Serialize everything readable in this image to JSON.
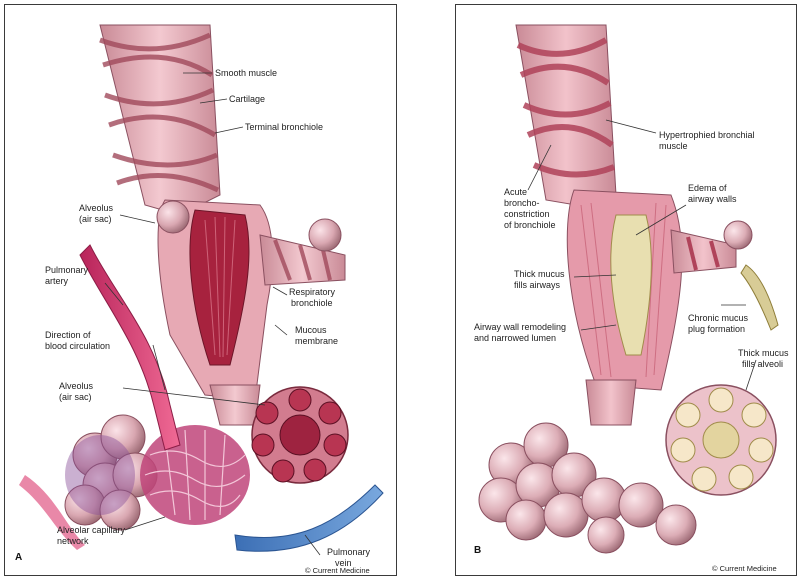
{
  "panels": {
    "a": {
      "letter": "A",
      "copyright": "© Current Medicine",
      "labels": {
        "smooth_muscle": "Smooth muscle",
        "cartilage": "Cartilage",
        "terminal_bronchiole": "Terminal bronchiole",
        "alveolus_1": "Alveolus",
        "alveolus_1b": "(air sac)",
        "pulmonary_artery_1": "Pulmonary",
        "pulmonary_artery_2": "artery",
        "respiratory_bronchiole_1": "Respiratory",
        "respiratory_bronchiole_2": "bronchiole",
        "direction_1": "Direction of",
        "direction_2": "blood circulation",
        "mucous_membrane_1": "Mucous",
        "mucous_membrane_2": "membrane",
        "alveolus_2": "Alveolus",
        "alveolus_2b": "(air sac)",
        "capillary_1": "Alveolar capillary",
        "capillary_2": "network",
        "pulmonary_vein_1": "Pulmonary",
        "pulmonary_vein_2": "vein"
      }
    },
    "b": {
      "letter": "B",
      "copyright": "© Current Medicine",
      "labels": {
        "hypertrophied_1": "Hypertrophied bronchial",
        "hypertrophied_2": "muscle",
        "acute_1": "Acute",
        "acute_2": "broncho-",
        "acute_3": "constriction",
        "acute_4": "of bronchiole",
        "edema_1": "Edema of",
        "edema_2": "airway walls",
        "thick_mucus_airways_1": "Thick mucus",
        "thick_mucus_airways_2": "fills airways",
        "remodeling_1": "Airway wall remodeling",
        "remodeling_2": "and narrowed lumen",
        "chronic_plug_1": "Chronic mucus",
        "chronic_plug_2": "plug formation",
        "thick_mucus_alveoli_1": "Thick mucus",
        "thick_mucus_alveoli_2": "fills alveoli"
      }
    }
  }
}
